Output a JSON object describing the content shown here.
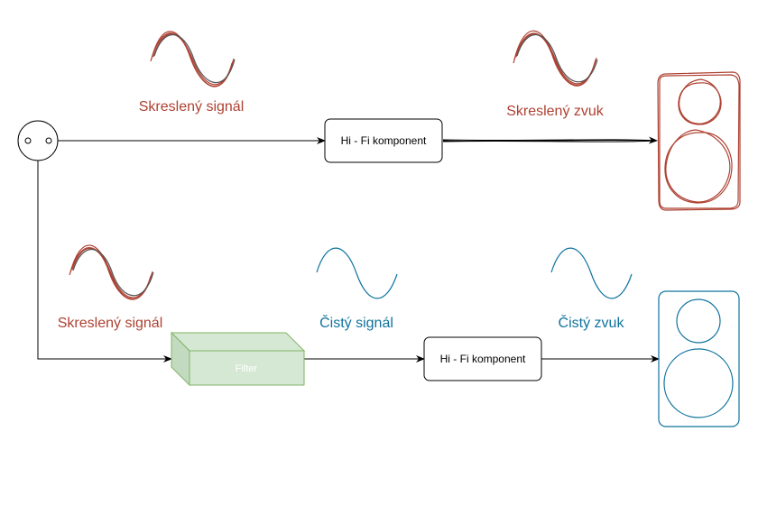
{
  "colors": {
    "distorted": "#ae4132",
    "clean": "#10739e",
    "line": "#000000",
    "filter_fill": "#d5e8d4",
    "filter_stroke": "#82b366",
    "filter_text": "#ffffff"
  },
  "top": {
    "wave_label": "Skreslený signál",
    "component_label": "Hi - Fi komponent",
    "sound_label": "Skreslený zvuk"
  },
  "bottom": {
    "wave_label": "Skreslený signál",
    "filter_label": "Filter",
    "clean_signal_label": "Čistý signál",
    "component_label": "Hi - Fi komponent",
    "sound_label": "Čistý zvuk"
  }
}
